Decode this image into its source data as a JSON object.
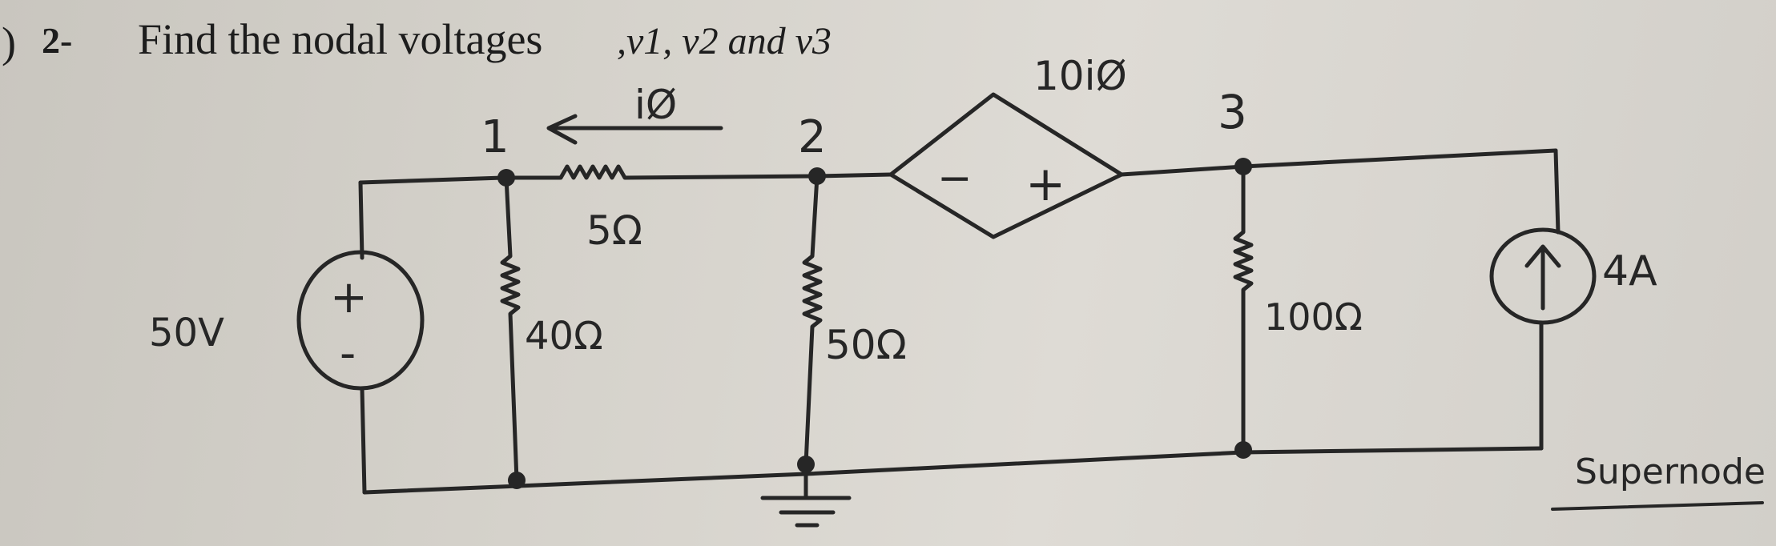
{
  "problem": {
    "paren": ")",
    "number": "2-",
    "text": "Find the nodal voltages",
    "variables": ",v1, v2 and v3"
  },
  "nodes": {
    "n1": "1",
    "n2": "2",
    "n3": "3"
  },
  "current_label": "iØ",
  "components": {
    "voltage_source": "50V",
    "r_series": "5Ω",
    "r1": "40Ω",
    "r2": "50Ω",
    "dependent_source": "10iØ",
    "r3": "100Ω",
    "current_source": "4A"
  },
  "polarity": {
    "vs_plus": "+",
    "vs_minus": "-",
    "dep_minus": "−",
    "dep_plus": "+"
  },
  "annotation": "Supernode"
}
